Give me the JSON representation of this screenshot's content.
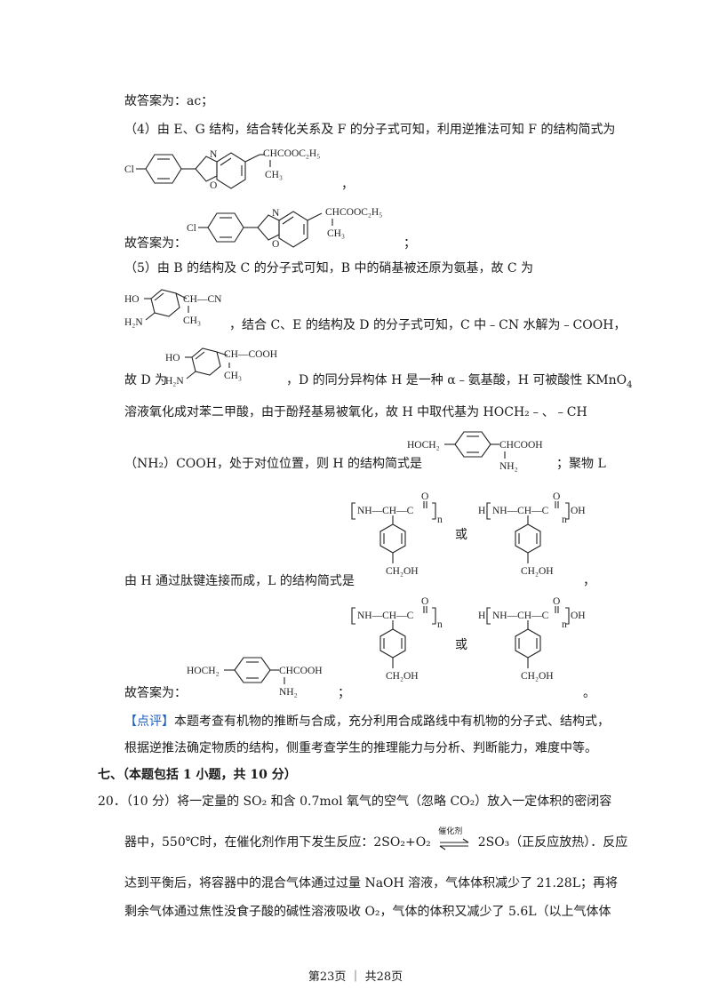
{
  "lines": {
    "l1": "故答案为：ac；",
    "l2": "（4）由 E、G 结构，结合转化关系及 F 的分子式可知，利用逆推法可知 F 的结构简式为",
    "l3_comma": "，",
    "l4_prefix": "故答案为：",
    "l4_suffix": "；",
    "l5": "（5）由 B 的结构及 C 的分子式可知，B 中的硝基被还原为氨基，故 C 为",
    "l6": "，结合 C、E 的结构及 D 的分子式可知，C 中﹣CN 水解为﹣COOH，",
    "l7_prefix": "故 D 为",
    "l7_suffix": "，D 的同分异构体 H 是一种 α﹣氨基酸，H 可被酸性 KMnO",
    "l7_sub": "4",
    "l8": "溶液氧化成对苯二甲酸，由于酚羟基易被氧化，故 H 中取代基为 HOCH₂﹣、﹣CH",
    "l9_prefix": "（NH₂）COOH，处于对位位置，则 H 的结构简式是",
    "l9_suffix": "；聚物 L",
    "l10_prefix": "由 H 通过肽键连接而成，L 的结构简式是",
    "l10_suffix": "，",
    "or1": "或",
    "or2": "或",
    "l11_prefix": "故答案为：",
    "l11_semicolon": "；",
    "l11_end": "。",
    "comment_tag": "【点评】",
    "comment_1": "本题考查有机物的推断与合成，充分利用合成路线中有机物的分子式、结构式，",
    "comment_2": "根据逆推法确定物质的结构，侧重考查学生的推理能力与分析、判断能力，难度中等。",
    "section": "七、（本题包括 1 小题，共 10 分）",
    "q20_1": "20．（10 分）将一定量的 SO₂ 和含 0.7mol 氧气的空气（忽略 CO₂）放入一定体积的密闭容",
    "q20_2a": "器中，550℃时，在催化剂作用下发生反应：2SO₂+O₂",
    "q20_2b": "2SO₃（正反应放热）．反应",
    "q20_catalyst": "催化剂",
    "q20_3": "达到平衡后，将容器中的混合气体通过过量 NaOH 溶液，气体体积减少了 21.28L；再将",
    "q20_4": "剩余气体通过焦性没食子酸的碱性溶液吸收 O₂，气体的体积又减少了 5.6L（以上气体体",
    "footer": "第23页 ｜ 共28页"
  },
  "labels": {
    "cl": "Cl",
    "n": "N",
    "o": "O",
    "f_top": "CHCOOC₂H₅",
    "f_me": "CH₃",
    "ho": "HO",
    "h2n": "H₂N",
    "c_chain": "CH—CN",
    "d_chain": "CH—COOH",
    "ch3": "CH₃",
    "hoch2": "HOCH₂",
    "chcooh": "CHCOOH",
    "nh2": "NH₂",
    "nh_ch_c": "NH—CH—C",
    "h_bracket": "H",
    "oh_end": "OH",
    "ch2oh": "CH₂OH",
    "poly_o": "O",
    "n_sub": "n"
  }
}
